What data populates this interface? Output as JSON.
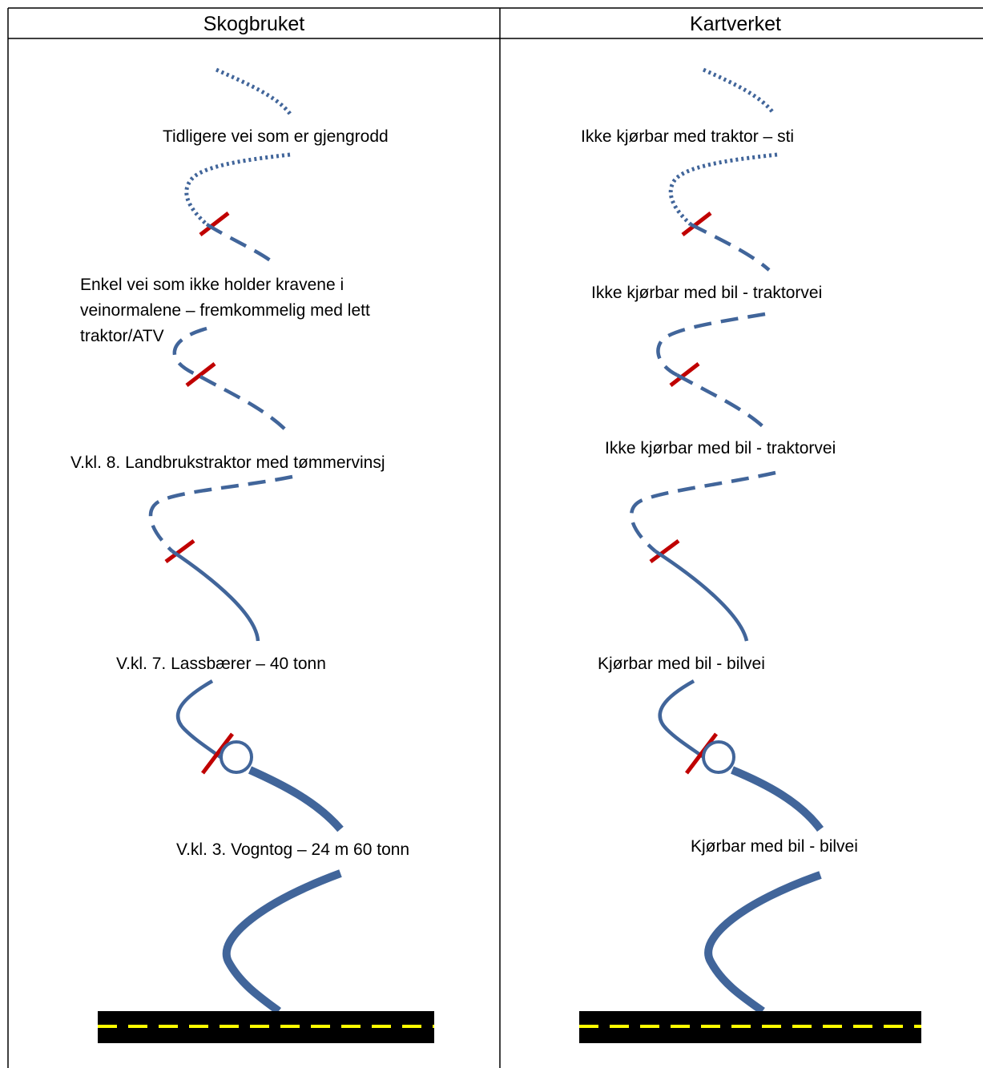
{
  "columns": [
    {
      "header": "Skogbruket",
      "labels": [
        [
          "Tidligere vei som er gjengrodd"
        ],
        [
          "Enkel vei som ikke holder kravene i",
          "veinormalene – fremkommelig med lett",
          "traktor/ATV"
        ],
        [
          "V.kl. 8. Landbrukstraktor med tømmervinsj"
        ],
        [
          "V.kl. 7. Lassbærer – 40 tonn"
        ],
        [
          "V.kl. 3. Vogntog – 24 m 60 tonn"
        ]
      ]
    },
    {
      "header": "Kartverket",
      "labels": [
        [
          "Ikke kjørbar med traktor – sti"
        ],
        [
          "Ikke kjørbar med bil - traktorvei"
        ],
        [
          "Ikke kjørbar med bil - traktorvei"
        ],
        [
          "Kjørbar med bil - bilvei"
        ],
        [
          "Kjørbar med bil - bilvei"
        ]
      ]
    }
  ],
  "colors": {
    "road": "#41659a",
    "marker": "#c00000",
    "highway": "#000000",
    "lane_marking": "#ffff00"
  }
}
